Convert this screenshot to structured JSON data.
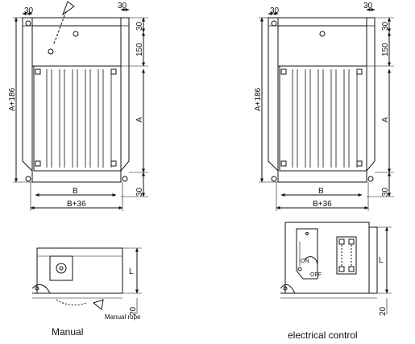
{
  "views": {
    "manual": {
      "caption": "Manual",
      "top_width_dims": [
        "30",
        "30"
      ],
      "right_dims": [
        "30",
        "150",
        "A",
        "30"
      ],
      "left_dim": "A+186",
      "bottom_dims": [
        "B",
        "B+36"
      ],
      "side_dims": [
        "L",
        "20"
      ],
      "rope_label": "Manual rope"
    },
    "electrical": {
      "caption": "electrical  control",
      "top_width_dims": [
        "30",
        "30"
      ],
      "right_dims": [
        "30",
        "150",
        "A",
        "30"
      ],
      "left_dim": "A+186",
      "bottom_dims": [
        "B",
        "B+36"
      ],
      "side_dims": [
        "L",
        "20"
      ],
      "switch_on": "ON",
      "switch_off": "OFF"
    }
  }
}
